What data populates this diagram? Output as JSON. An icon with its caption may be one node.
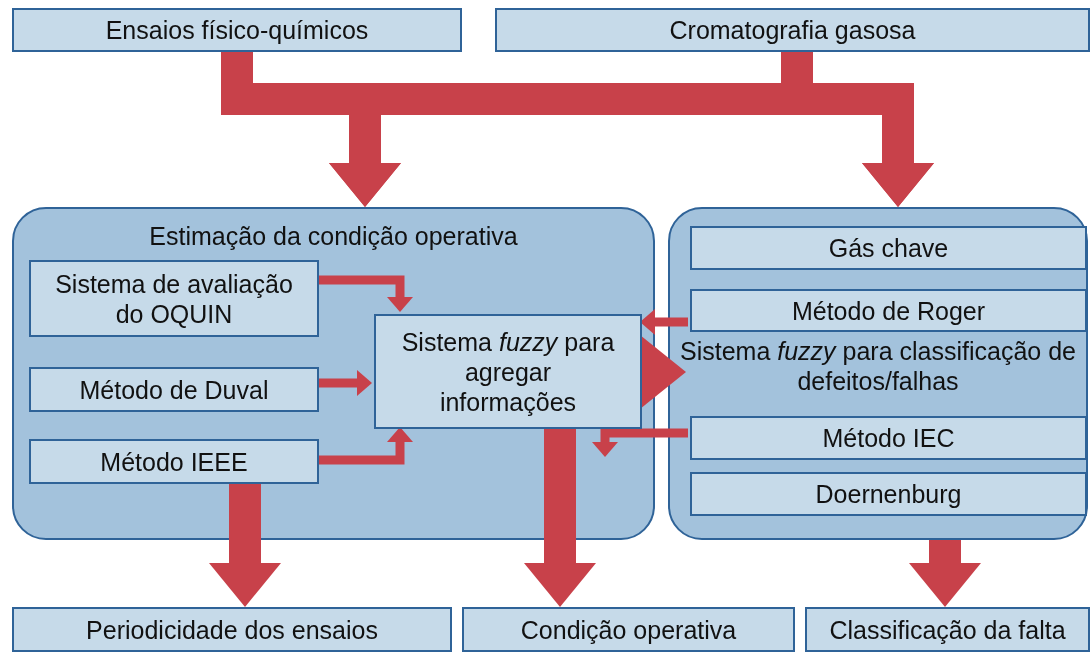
{
  "diagram": {
    "nodes": [
      {
        "text": [
          "Ensaios físico-químicos"
        ]
      },
      {
        "text": [
          "Cromatografia gasosa"
        ]
      },
      {
        "text": [
          "Estimação da condição operativa"
        ]
      },
      {
        "text": [
          "Sistema de avaliação do OQUIN"
        ],
        "in": 2
      },
      {
        "text": [
          "Método de Duval"
        ],
        "in": 2
      },
      {
        "text": [
          "Método IEEE"
        ],
        "in": 2
      },
      {
        "text": [
          "Sistema *fuzzy* para agregar informações"
        ],
        "in": 2
      },
      {
        "text": [
          "Sistema *fuzzy* para classificação de defeitos/falhas"
        ]
      },
      {
        "text": [
          "Gás chave"
        ],
        "in": 7
      },
      {
        "text": [
          "Método de Roger"
        ],
        "in": 7
      },
      {
        "text": [
          "Método IEC"
        ],
        "in": 7
      },
      {
        "text": [
          "Doernenburg"
        ],
        "in": 7
      },
      {
        "text": [
          "Periodicidade dos ensaios"
        ]
      },
      {
        "text": [
          "Condição operativa"
        ]
      },
      {
        "text": [
          "Classificação da falta"
        ]
      }
    ],
    "edges": [
      {
        "from": 0,
        "to": 2,
        "arrow": "to"
      },
      {
        "from": 0,
        "to": 7,
        "arrow": "to"
      },
      {
        "from": 1,
        "to": 2,
        "arrow": "to"
      },
      {
        "from": 1,
        "to": 7,
        "arrow": "to"
      },
      {
        "from": 3,
        "to": 6,
        "arrow": "to"
      },
      {
        "from": 4,
        "to": 6,
        "arrow": "to"
      },
      {
        "from": 5,
        "to": 6,
        "arrow": "to"
      },
      {
        "from": 9,
        "to": 6,
        "arrow": "to"
      },
      {
        "from": 10,
        "to": 6,
        "arrow": "to"
      },
      {
        "from": 6,
        "to": 7,
        "arrow": "to"
      },
      {
        "from": 5,
        "to": 12,
        "arrow": "to"
      },
      {
        "from": 6,
        "to": 13,
        "arrow": "to"
      },
      {
        "from": 7,
        "to": 14,
        "arrow": "to"
      }
    ]
  }
}
